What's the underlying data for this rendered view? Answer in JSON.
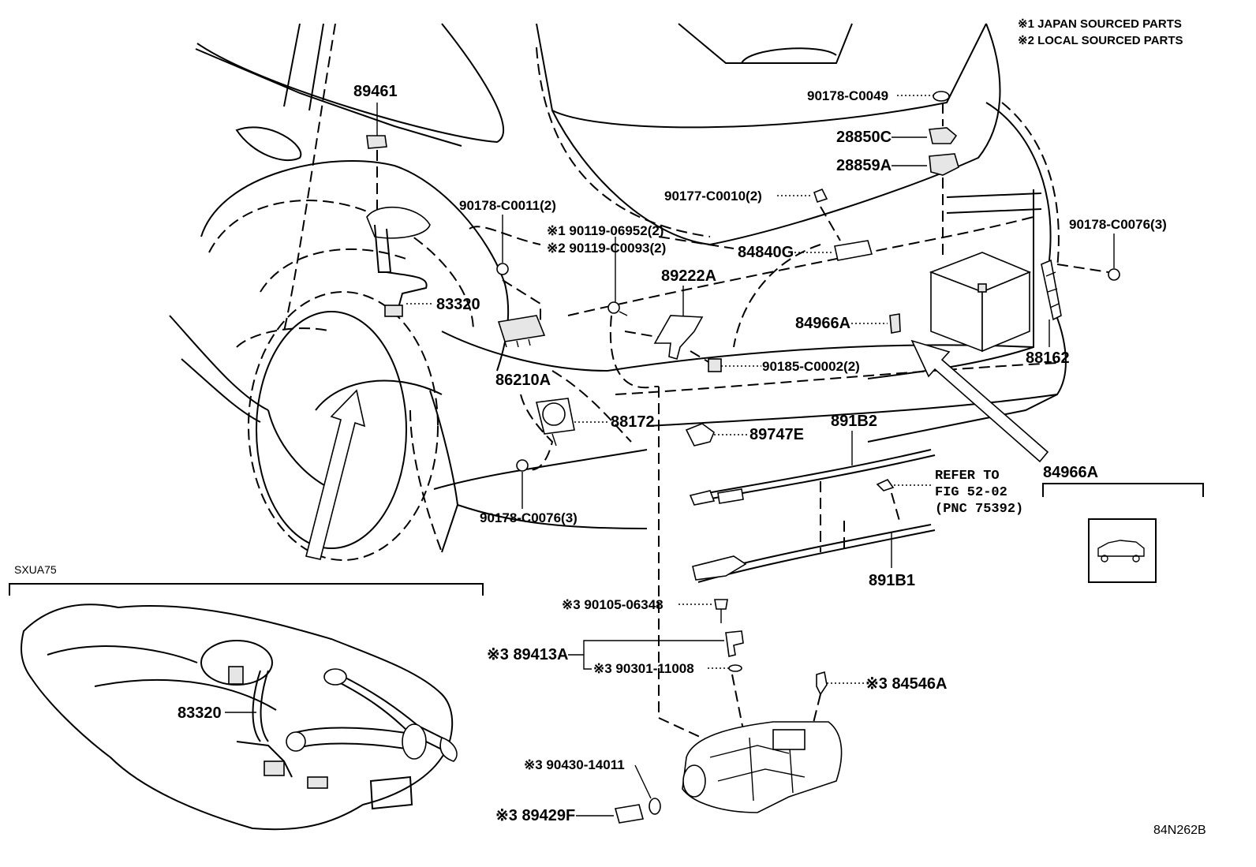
{
  "legend": {
    "note1": "※1 JAPAN SOURCED PARTS",
    "note2": "※2 LOCAL SOURCED PARTS"
  },
  "labels": {
    "p89461": "89461",
    "p83320_top": "83320",
    "p83320_tank": "83320",
    "p90178_C0011": "90178-C0011(2)",
    "p86210A": "86210A",
    "p88172": "88172",
    "p90178_C0076_left": "90178-C0076(3)",
    "p90119_06952": "※1 90119-06952(2)",
    "p90119_C0093": "※2 90119-C0093(2)",
    "p89222A": "89222A",
    "p84840G": "84840G",
    "p90177_C0010": "90177-C0010(2)",
    "p90178_C0049": "90178-C0049",
    "p28850C": "28850C",
    "p28859A": "28859A",
    "p90178_C0076_right": "90178-C0076(3)",
    "p84966A_mid": "84966A",
    "p90185_C0002": "90185-C0002(2)",
    "p88162": "88162",
    "p84966A_arrow": "84966A",
    "p89747E": "89747E",
    "p891B2": "891B2",
    "p891B1": "891B1",
    "refer1": "REFER TO",
    "refer2": "FIG 52-02",
    "refer3": "(PNC 75392)",
    "p90105_06348": "※3 90105-06348",
    "p89413A": "※3 89413A",
    "p90301_11008": "※3 90301-11008",
    "p84546A": "※3 84546A",
    "p90430_14011": "※3 90430-14011",
    "p89429F": "※3 89429F",
    "variant": "SXUA75",
    "figure_code": "84N262B"
  }
}
